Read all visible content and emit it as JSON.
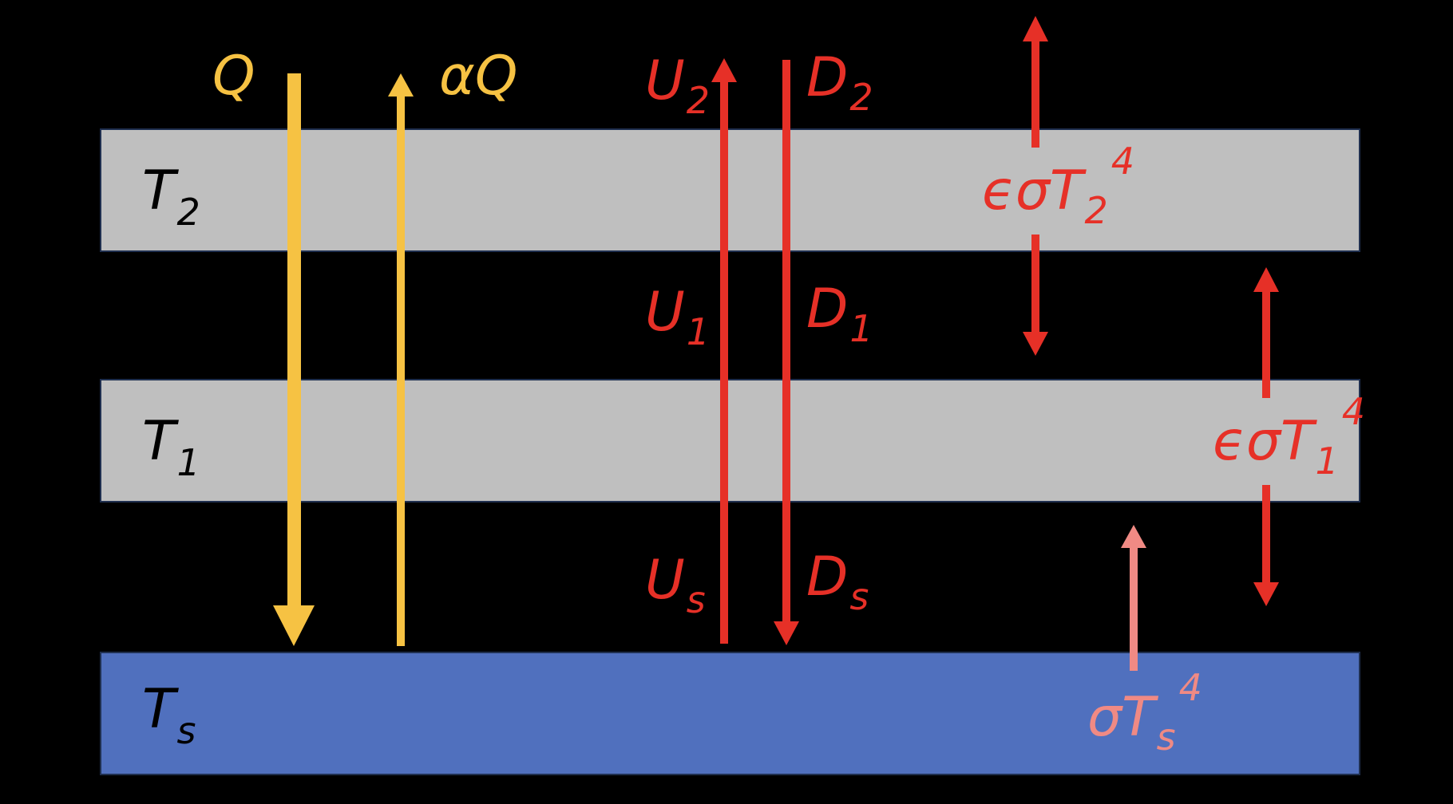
{
  "colors": {
    "background": "#000000",
    "atmosphere": "#bfbfbf",
    "surface": "#5070be",
    "band_border": "#1f2f4f",
    "shortwave": "#f6c243",
    "longwave": "#e63027",
    "surface_emission": "#f08a84",
    "layer_text": "#000000"
  },
  "layers": [
    {
      "id": "upper",
      "symbol": "T",
      "subscript": "2"
    },
    {
      "id": "lower",
      "symbol": "T",
      "subscript": "1"
    },
    {
      "id": "surface",
      "symbol": "T",
      "subscript": "s"
    }
  ],
  "shortwave": {
    "incoming": {
      "text": "Q"
    },
    "reflected": {
      "prefix": "α",
      "text": "Q"
    }
  },
  "longwave": {
    "up": [
      {
        "symbol": "U",
        "subscript": "2"
      },
      {
        "symbol": "U",
        "subscript": "1"
      },
      {
        "symbol": "U",
        "subscript": "s"
      }
    ],
    "down": [
      {
        "symbol": "D",
        "subscript": "2"
      },
      {
        "symbol": "D",
        "subscript": "1"
      },
      {
        "symbol": "D",
        "subscript": "s"
      }
    ]
  },
  "emission": {
    "upper": {
      "prefix": "ϵσT",
      "subscript": "2",
      "superscript": "4"
    },
    "lower": {
      "prefix": "ϵσT",
      "subscript": "1",
      "superscript": "4"
    },
    "surface": {
      "prefix": "σT",
      "subscript": "s",
      "superscript": "4"
    }
  }
}
